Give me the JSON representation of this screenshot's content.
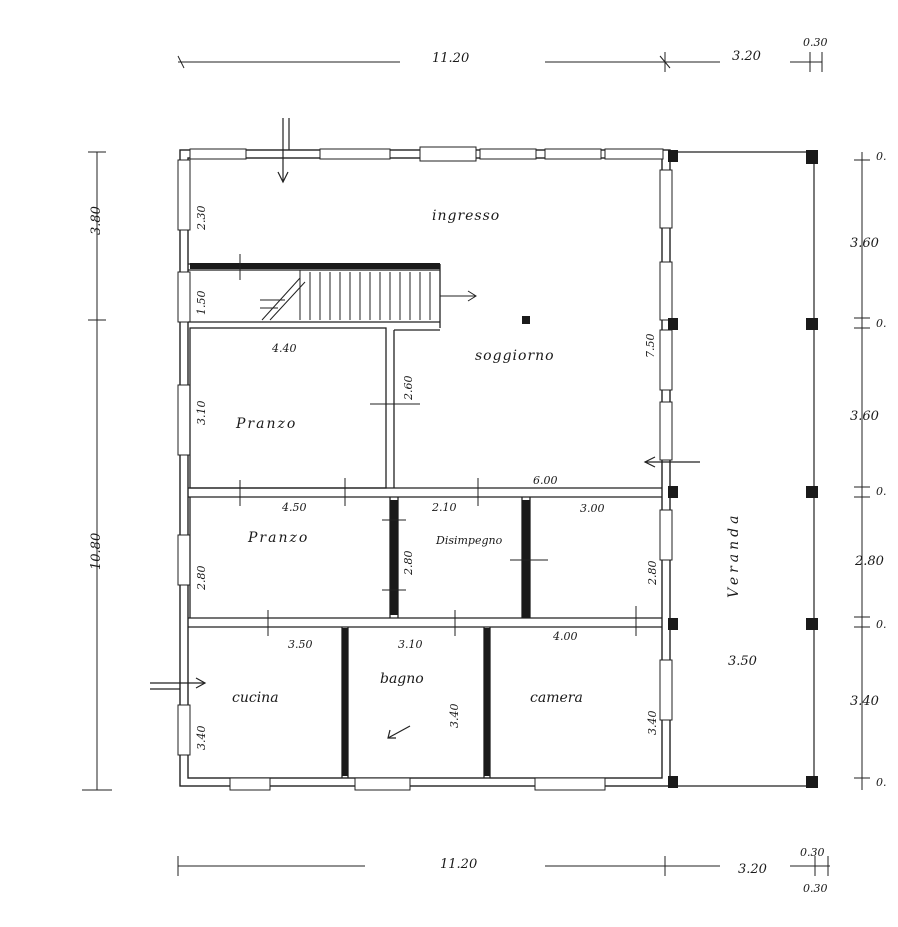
{
  "rooms": {
    "ingresso": "ingresso",
    "soggiorno": "soggiorno",
    "pranzo_top": "Pranzo",
    "pranzo_mid": "Pranzo",
    "disimpegno": "Disimpegno",
    "cucina": "cucina",
    "bagno": "bagno",
    "camera": "camera",
    "veranda": "Veranda"
  },
  "dimensions": {
    "top_main": "11.20",
    "top_veranda": "3.20",
    "top_wall": "0.30",
    "bottom_main": "11.20",
    "bottom_veranda": "3.20",
    "bottom_wall_a": "0.30",
    "bottom_wall_b": "0.30",
    "left_upper": "3.80",
    "left_total": "10.80",
    "right_1": "0.",
    "right_2": "3.60",
    "right_3": "0.",
    "right_4": "3.60",
    "right_5": "0.",
    "right_6": "2.80",
    "right_7": "0.",
    "right_8": "3.40",
    "right_9": "0.",
    "ingresso_h": "2.30",
    "stair_h": "1.50",
    "soggiorno_h": "7.50",
    "pranzo_top_w": "4.40",
    "pranzo_top_h": "3.10",
    "corridor_h": "2.60",
    "soggiorno_w": "6.00",
    "pranzo_mid_w": "4.50",
    "pranzo_mid_h": "2.80",
    "disimpegno_w": "2.10",
    "disimpegno_h": "2.80",
    "room_mid_right_w": "3.00",
    "room_mid_right_h": "2.80",
    "cucina_w": "3.50",
    "cucina_h": "3.40",
    "bagno_w": "3.10",
    "bagno_h": "3.40",
    "camera_w": "4.00",
    "camera_h": "3.40",
    "veranda_w": "3.50"
  }
}
